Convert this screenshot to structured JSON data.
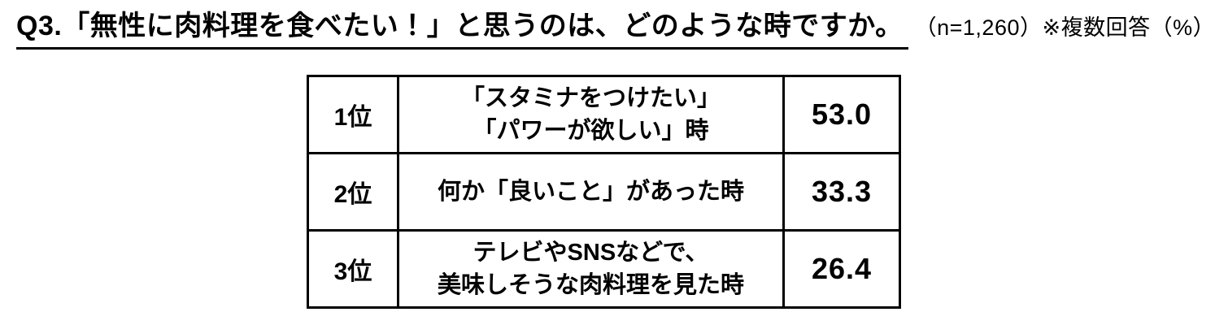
{
  "header": {
    "title_main": "Q3.「無性に肉料理を食べたい！」と思うのは、どのような時ですか。",
    "title_suffix": "（n=1,260）※複数回答（%）"
  },
  "table": {
    "border_color": "#000000",
    "rows": [
      {
        "rank": "1位",
        "answer_line1": "「スタミナをつけたい」",
        "answer_line2": "「パワーが欲しい」時",
        "value": "53.0"
      },
      {
        "rank": "2位",
        "answer_line1": "何か「良いこと」があった時",
        "answer_line2": "",
        "value": "33.3"
      },
      {
        "rank": "3位",
        "answer_line1": "テレビやSNSなどで、",
        "answer_line2": "美味しそうな肉料理を見た時",
        "value": "26.4"
      }
    ]
  },
  "chart_data": {
    "type": "table",
    "title": "Q3.「無性に肉料理を食べたい！」と思うのは、どのような時ですか。",
    "note": "（n=1,260）※複数回答（%）",
    "sample_size": 1260,
    "unit": "%",
    "rows": [
      {
        "rank": "1位",
        "answer": "「スタミナをつけたい」「パワーが欲しい」時",
        "value": 53.0
      },
      {
        "rank": "2位",
        "answer": "何か「良いこと」があった時",
        "value": 33.3
      },
      {
        "rank": "3位",
        "answer": "テレビやSNSなどで、美味しそうな肉料理を見た時",
        "value": 26.4
      }
    ]
  }
}
